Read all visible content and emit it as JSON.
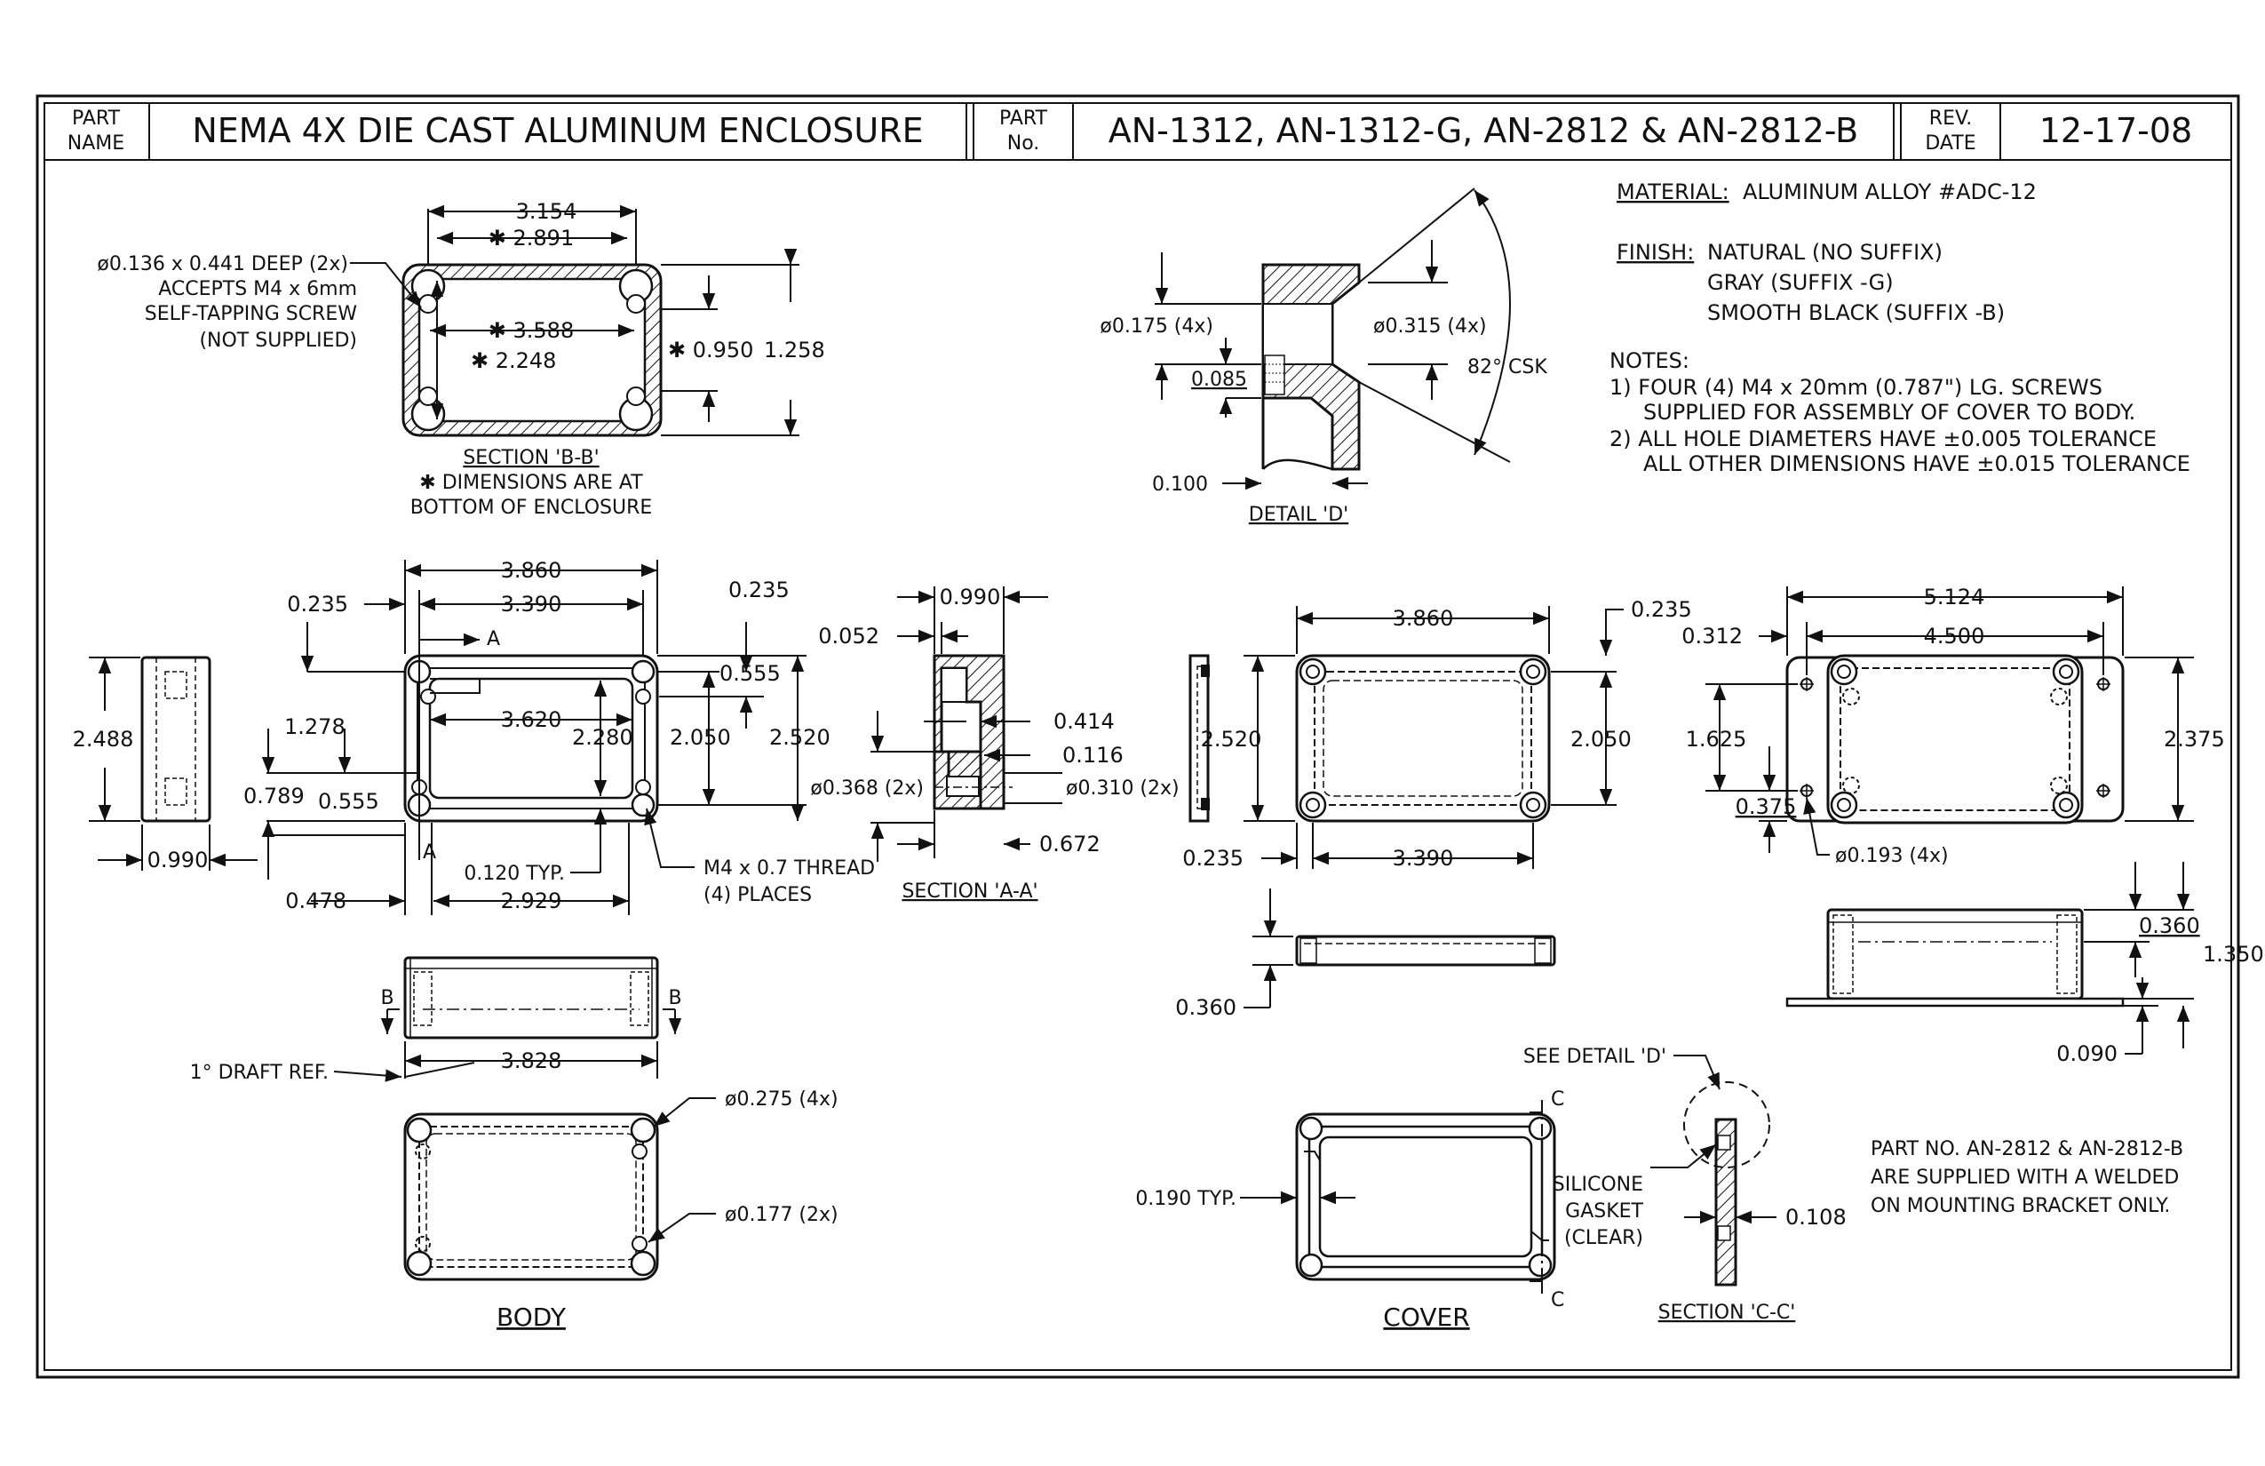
{
  "title_block": {
    "part_name_label_1": "PART",
    "part_name_label_2": "NAME",
    "part_name": "NEMA 4X DIE CAST ALUMINUM ENCLOSURE",
    "part_no_label_1": "PART",
    "part_no_label_2": "No.",
    "part_no": "AN-1312, AN-1312-G, AN-2812 & AN-2812-B",
    "rev_label_1": "REV.",
    "rev_label_2": "DATE",
    "rev_date": "12-17-08"
  },
  "notes": {
    "material_label": "MATERIAL:",
    "material": "ALUMINUM ALLOY #ADC-12",
    "finish_label": "FINISH:",
    "finish_1": "NATURAL (NO SUFFIX)",
    "finish_2": "GRAY (SUFFIX -G)",
    "finish_3": "SMOOTH BLACK (SUFFIX -B)",
    "notes_label": "NOTES:",
    "note_1a": "1) FOUR (4) M4 x 20mm (0.787\") LG. SCREWS",
    "note_1b": "SUPPLIED FOR ASSEMBLY OF COVER TO BODY.",
    "note_2a": "2) ALL HOLE DIAMETERS HAVE ±0.005 TOLERANCE",
    "note_2b": "ALL OTHER DIMENSIONS HAVE ±0.015 TOLERANCE",
    "bracket_1": "PART NO. AN-2812 & AN-2812-B",
    "bracket_2": "ARE SUPPLIED WITH A WELDED",
    "bracket_3": "ON MOUNTING BRACKET ONLY."
  },
  "section_bb": {
    "d_3154": "3.154",
    "d_2891": "✱ 2.891",
    "d_3588": "✱ 3.588",
    "d_2248": "✱ 2.248",
    "d_0950": "✱ 0.950",
    "d_1258": "1.258",
    "callout_1": "ø0.136 x 0.441 DEEP (2x)",
    "callout_2": "ACCEPTS M4 x 6mm",
    "callout_3": "SELF-TAPPING SCREW",
    "callout_4": "(NOT SUPPLIED)",
    "caption": "SECTION 'B-B'",
    "note_1": "✱ DIMENSIONS ARE AT",
    "note_2": "BOTTOM OF ENCLOSURE"
  },
  "detail_d": {
    "d_0175": "ø0.175 (4x)",
    "d_0085": "0.085",
    "d_0100": "0.100",
    "d_0315": "ø0.315 (4x)",
    "d_csk": "82° CSK",
    "caption": "DETAIL 'D'"
  },
  "body_top": {
    "d_3860": "3.860",
    "d_3390": "3.390",
    "d_0235a": "0.235",
    "d_0235b": "0.235",
    "d_0555a": "0.555",
    "d_3620": "3.620",
    "d_2280": "2.280",
    "d_2050": "2.050",
    "d_2520": "2.520",
    "d_1278": "1.278",
    "d_0789": "0.789",
    "d_0555b": "0.555",
    "d_0120": "0.120 TYP.",
    "d_0478": "0.478",
    "d_2929": "2.929",
    "thread_1": "M4 x 0.7 THREAD",
    "thread_2": "(4) PLACES",
    "d_2488": "2.488",
    "d_0990": "0.990",
    "sec_a": "A"
  },
  "section_aa": {
    "d_0990": "0.990",
    "d_0052": "0.052",
    "d_0414": "0.414",
    "d_0116": "0.116",
    "d_0368": "ø0.368 (2x)",
    "d_0310": "ø0.310 (2x)",
    "d_0672": "0.672",
    "caption": "SECTION 'A-A'"
  },
  "body_side": {
    "d_3828": "3.828",
    "draft": "1° DRAFT REF.",
    "sec_b": "B"
  },
  "body_bottom": {
    "d_0275": "ø0.275 (4x)",
    "d_0177": "ø0.177 (2x)",
    "caption": "BODY"
  },
  "cover_top": {
    "d_3860": "3.860",
    "d_0235": "0.235",
    "d_2520": "2.520",
    "d_2050": "2.050",
    "d_0235b": "0.235",
    "d_3390": "3.390",
    "d_0360": "0.360"
  },
  "cover_bottom": {
    "d_0190": "0.190 TYP.",
    "sec_c": "C",
    "caption": "COVER"
  },
  "section_cc": {
    "see_detail": "SEE DETAIL 'D'",
    "gasket_1": "SILICONE",
    "gasket_2": "GASKET",
    "gasket_3": "(CLEAR)",
    "d_0108": "0.108",
    "caption": "SECTION 'C-C'"
  },
  "bracket": {
    "d_5124": "5.124",
    "d_4500": "4.500",
    "d_0312": "0.312",
    "d_2375": "2.375",
    "d_1625": "1.625",
    "d_0375": "0.375",
    "d_0193": "ø0.193 (4x)",
    "d_0360": "0.360",
    "d_1350": "1.350",
    "d_0090": "0.090"
  }
}
